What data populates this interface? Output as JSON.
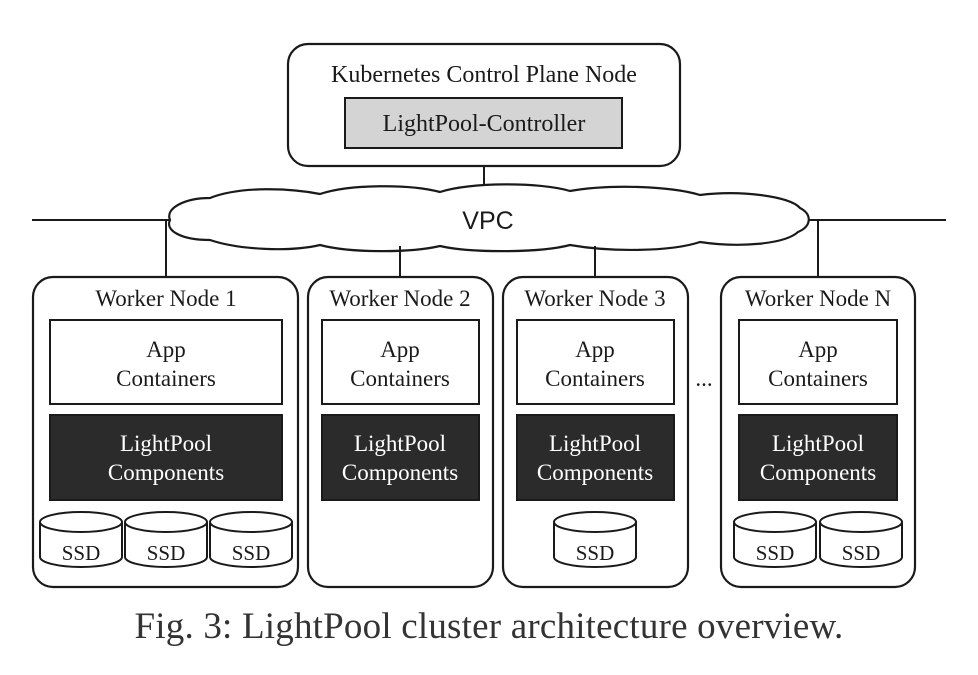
{
  "control_plane": {
    "title": "Kubernetes Control Plane Node",
    "controller": "LightPool-Controller"
  },
  "network": {
    "label": "VPC"
  },
  "worker_nodes": [
    {
      "title": "Worker Node 1",
      "app_line1": "App",
      "app_line2": "Containers",
      "comp_line1": "LightPool",
      "comp_line2": "Components",
      "ssd_labels": [
        "SSD",
        "SSD",
        "SSD"
      ]
    },
    {
      "title": "Worker Node 2",
      "app_line1": "App",
      "app_line2": "Containers",
      "comp_line1": "LightPool",
      "comp_line2": "Components",
      "ssd_labels": []
    },
    {
      "title": "Worker Node 3",
      "app_line1": "App",
      "app_line2": "Containers",
      "comp_line1": "LightPool",
      "comp_line2": "Components",
      "ssd_labels": [
        "SSD"
      ]
    },
    {
      "title": "Worker Node N",
      "app_line1": "App",
      "app_line2": "Containers",
      "comp_line1": "LightPool",
      "comp_line2": "Components",
      "ssd_labels": [
        "SSD",
        "SSD"
      ]
    }
  ],
  "ellipsis": "...",
  "caption": "Fig. 3: LightPool cluster architecture overview.",
  "colors": {
    "line": "#1a1a1a",
    "controller_fill": "#d4d4d4",
    "components_fill": "#2b2b2b",
    "components_text": "#ffffff"
  }
}
